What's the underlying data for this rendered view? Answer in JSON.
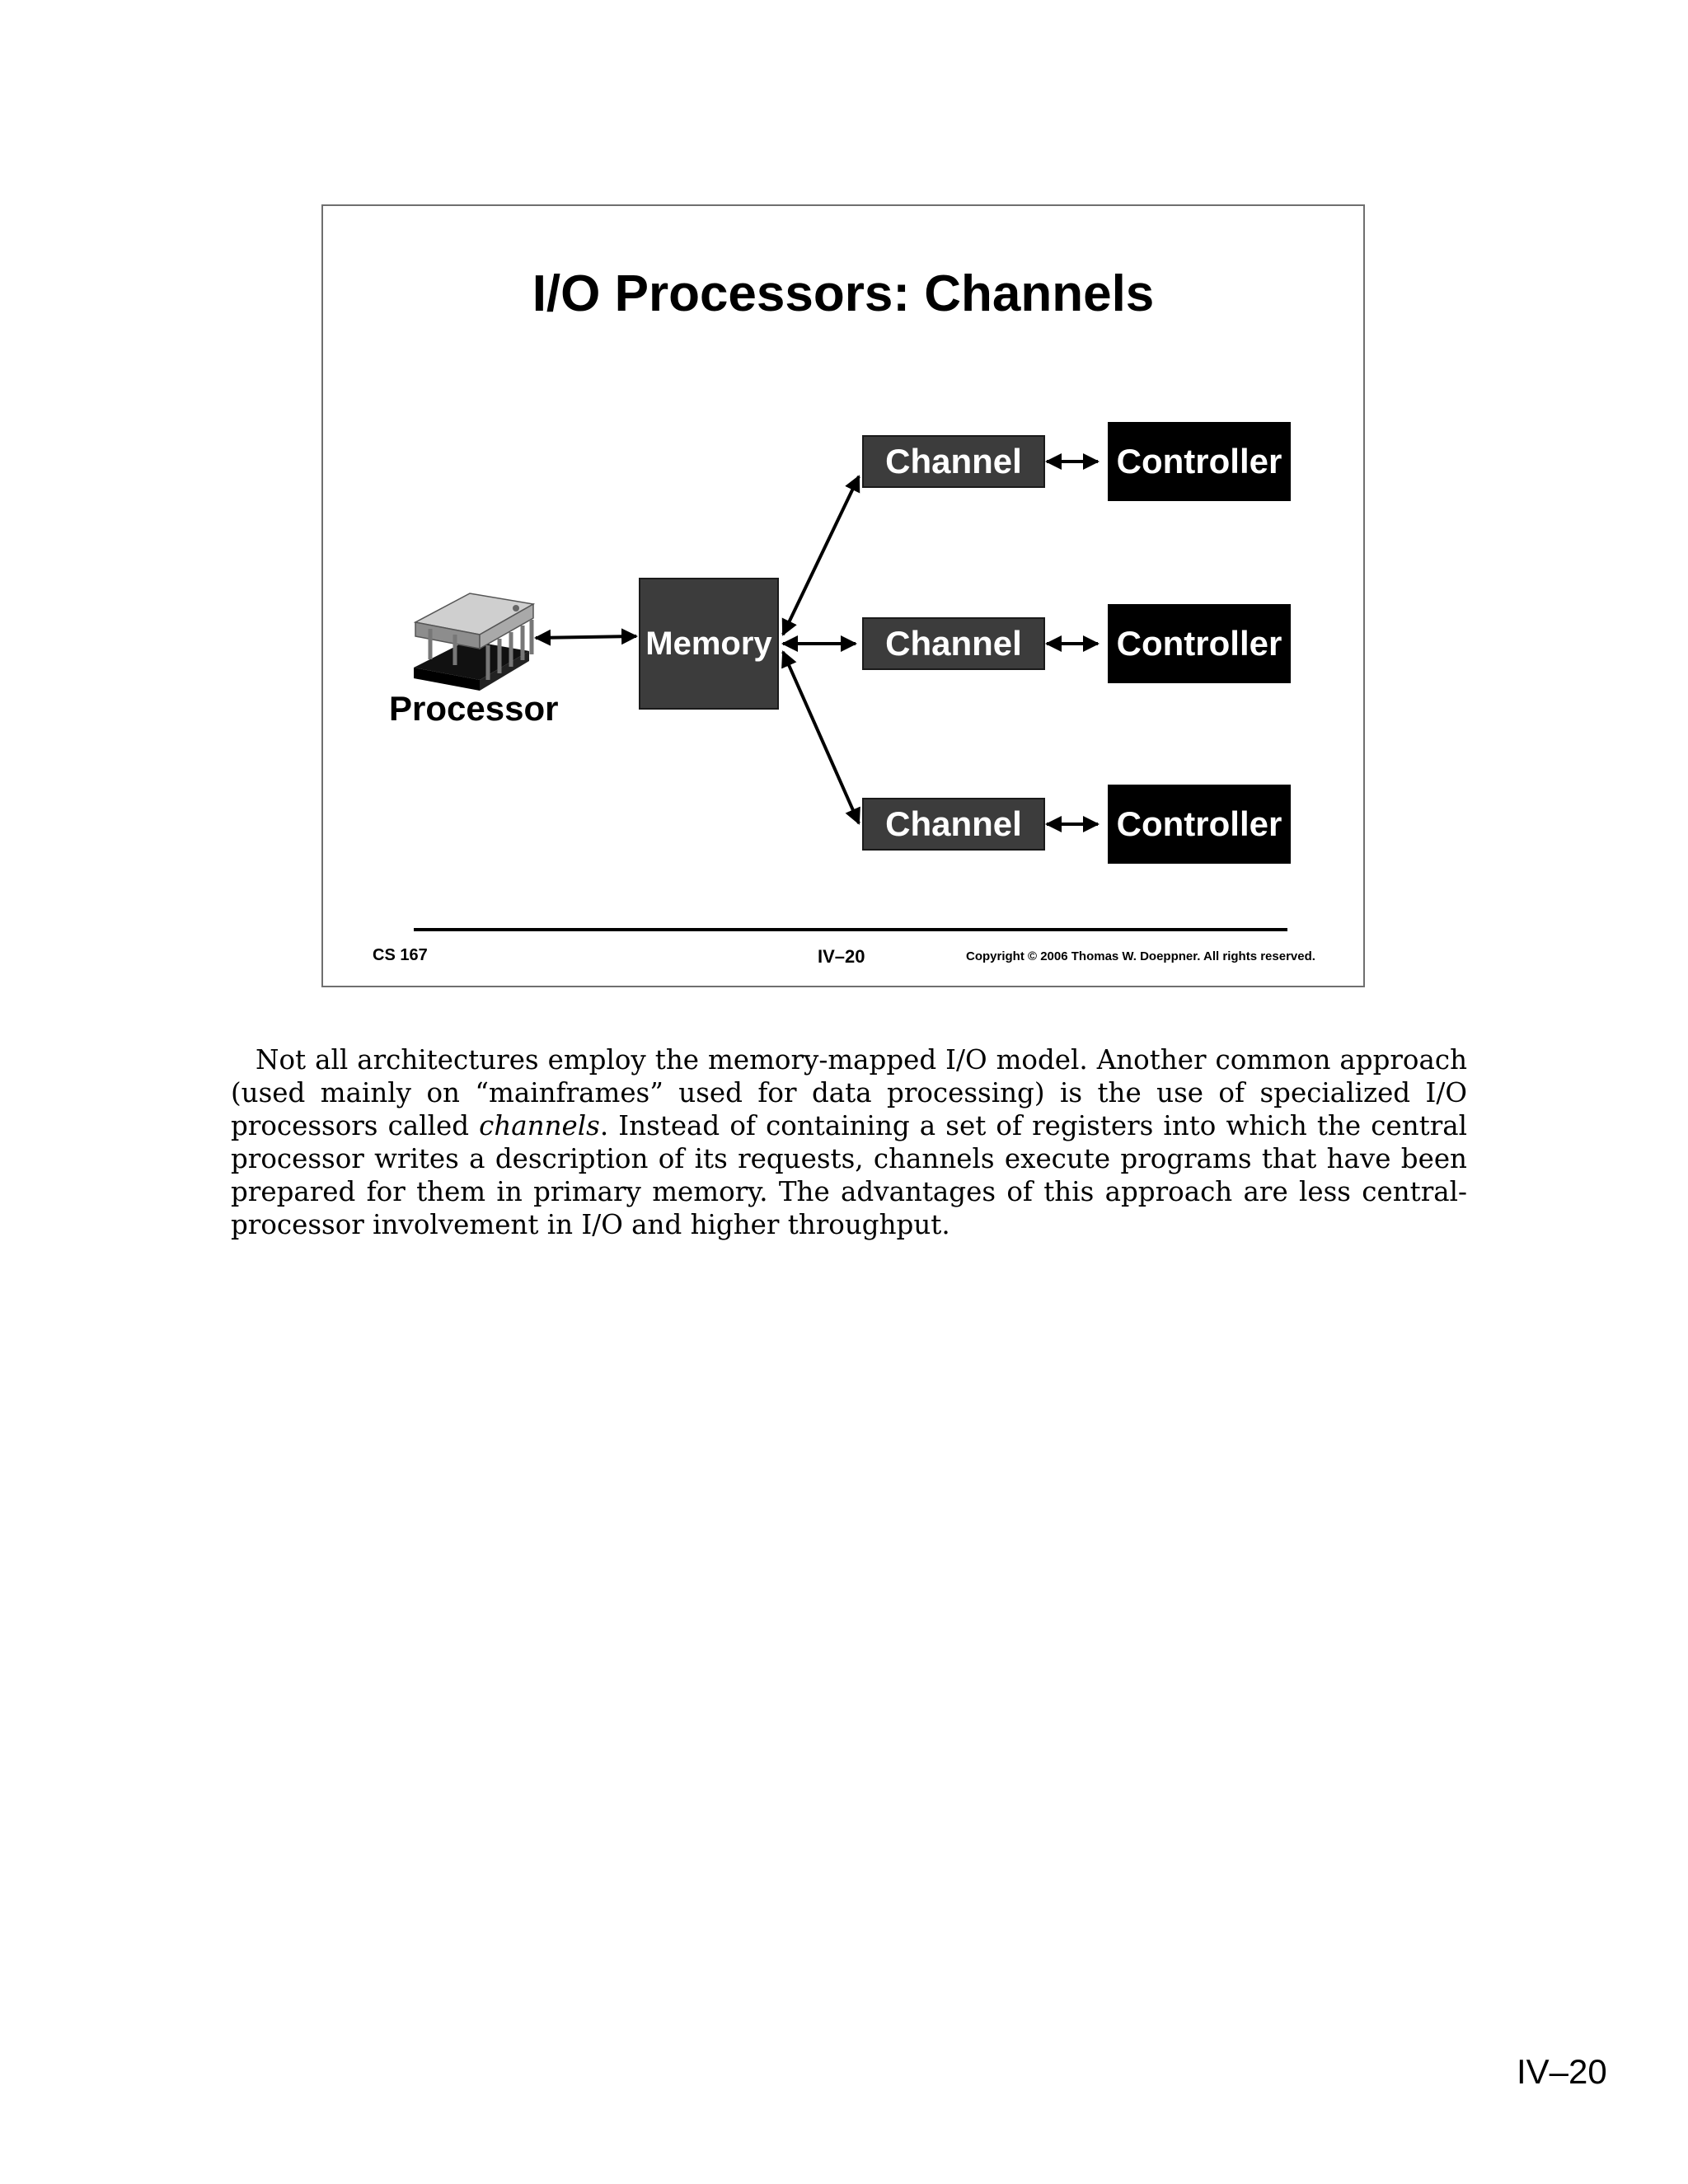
{
  "slide": {
    "title": "I/O Processors: Channels",
    "processor_label": "Processor",
    "memory_label": "Memory",
    "channel_label": "Channel",
    "controller_label": "Controller",
    "footer": {
      "course": "CS 167",
      "slide_number": "IV–20",
      "copyright": "Copyright © 2006 Thomas W. Doeppner. All rights reserved."
    }
  },
  "notes": {
    "before_italic": "Not all architectures employ the memory-mapped I/O model. Another common approach (used mainly on “mainframes” used for data processing) is the use of specialized I/O processors called ",
    "italic": "channels",
    "after_italic": ". Instead of containing a set of registers into which the central processor writes a description of its requests, channels execute programs that have been prepared for them in primary memory. The advantages of this approach are less central-processor involvement in I/O and higher throughput."
  },
  "page_number": "IV–20"
}
